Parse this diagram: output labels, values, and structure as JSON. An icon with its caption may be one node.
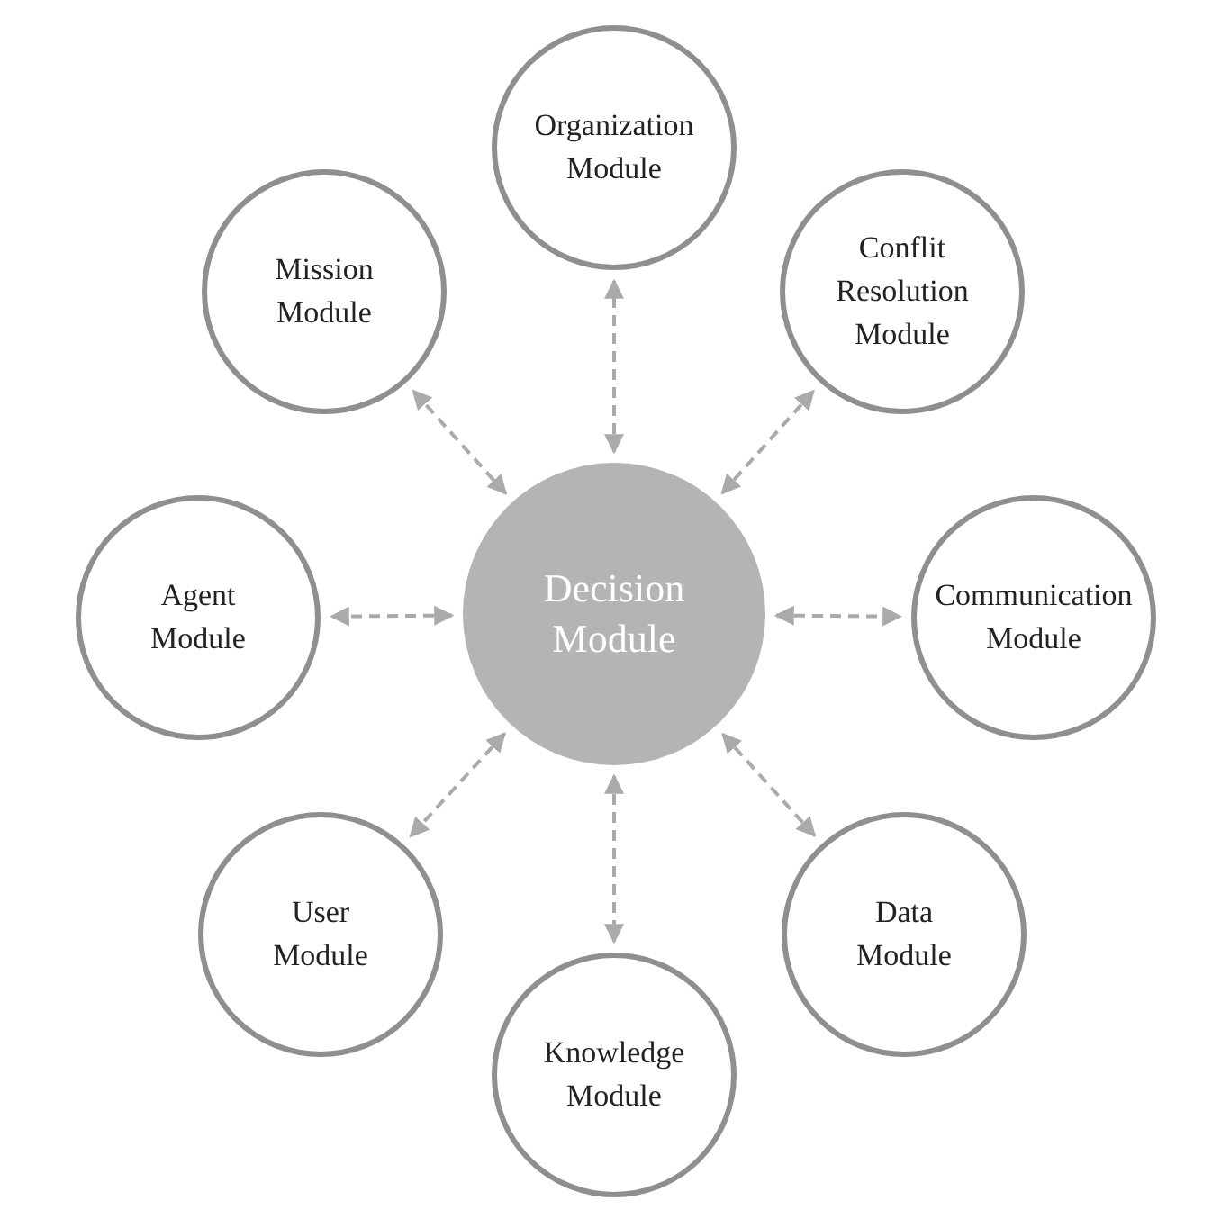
{
  "diagram": {
    "nodes": [
      {
        "text": [
          "Organization Module"
        ]
      },
      {
        "text": [
          "Mission Module"
        ]
      },
      {
        "text": [
          "Conflit Resolution Module"
        ]
      },
      {
        "text": [
          "Agent Module"
        ]
      },
      {
        "text": [
          "Decision Module"
        ]
      },
      {
        "text": [
          "Communication Module"
        ]
      },
      {
        "text": [
          "User Module"
        ]
      },
      {
        "text": [
          "Data Module"
        ]
      },
      {
        "text": [
          "Knowledge Module"
        ]
      }
    ],
    "edges": [
      {
        "from": 4,
        "to": 0,
        "arrow": "both",
        "style": "dashed"
      },
      {
        "from": 4,
        "to": 1,
        "arrow": "both",
        "style": "dashed"
      },
      {
        "from": 4,
        "to": 2,
        "arrow": "both",
        "style": "dashed"
      },
      {
        "from": 4,
        "to": 3,
        "arrow": "both",
        "style": "dashed"
      },
      {
        "from": 4,
        "to": 5,
        "arrow": "both",
        "style": "dashed"
      },
      {
        "from": 4,
        "to": 6,
        "arrow": "both",
        "style": "dashed"
      },
      {
        "from": 4,
        "to": 7,
        "arrow": "both",
        "style": "dashed"
      },
      {
        "from": 4,
        "to": 8,
        "arrow": "both",
        "style": "dashed"
      }
    ]
  }
}
